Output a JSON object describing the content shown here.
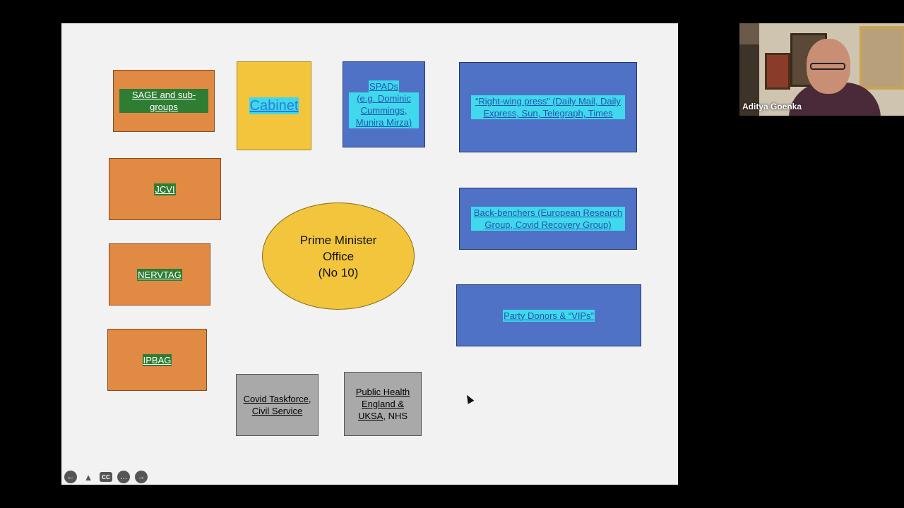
{
  "slide": {
    "boxes": {
      "sage": "SAGE and sub-groups",
      "cabinet": "Cabinet",
      "spads_1": "SPADs",
      "spads_2": "(e.g. Dominic Cummings, Munira Mirza)",
      "press": "“Right-wing press” (Daily Mail, Daily Express, Sun, Telegraph, Times",
      "jcvi": "JCVI",
      "backbenchers": "Back-benchers (European Research Group, Covid Recovery Group)",
      "nervtag": "NERVTAG",
      "donors": "Party Donors & “VIPs”",
      "ipbag": "IPBAG",
      "taskforce_1": "Covid Taskforce",
      "taskforce_sep": ",",
      "taskforce_2": "Civil Service",
      "phe_1": "Public Health England &",
      "phe_2": "UKSA",
      "phe_3": ", NHS"
    },
    "center": "Prime Minister\nOffice\n(No 10)"
  },
  "controls": {
    "prev": "prev-slide-icon",
    "pointer": "pointer-icon",
    "cc": "CC",
    "more": "more-icon",
    "next": "next-slide-icon"
  },
  "video": {
    "participant_name": "Aditya Goenka"
  },
  "colors": {
    "orange_box": "#e08a44",
    "blue_box": "#4f72c7",
    "gray_box": "#a9a9a9",
    "yellow": "#f3c53c",
    "highlight_green": "#2e7d32",
    "highlight_cyan": "#3fd8ec"
  }
}
